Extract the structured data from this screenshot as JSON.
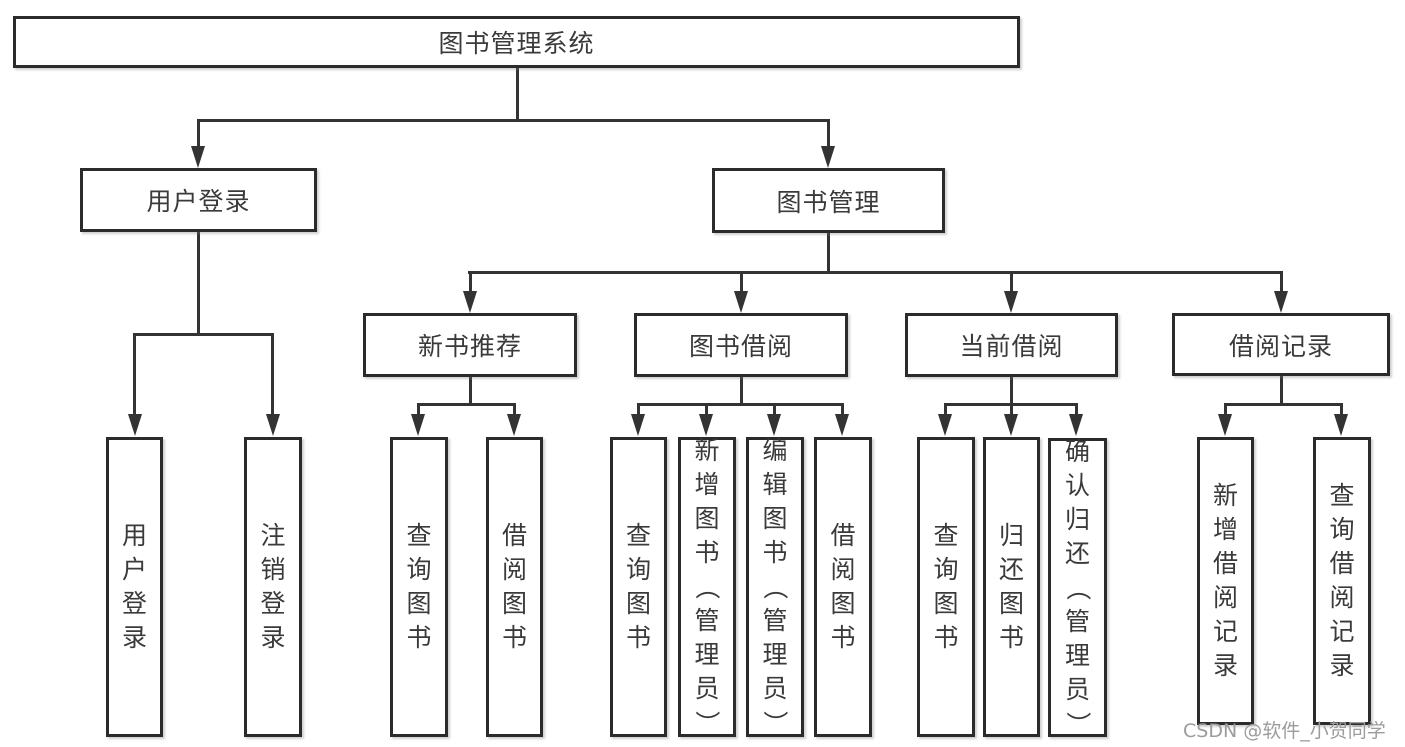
{
  "diagram": {
    "root": {
      "label": "图书管理系统"
    },
    "level2": [
      {
        "label": "用户登录"
      },
      {
        "label": "图书管理"
      }
    ],
    "level3": [
      {
        "label": "新书推荐"
      },
      {
        "label": "图书借阅"
      },
      {
        "label": "当前借阅"
      },
      {
        "label": "借阅记录"
      }
    ],
    "leaves": {
      "user": [
        "用户登录",
        "注销登录"
      ],
      "newbook": [
        "查询图书",
        "借阅图书"
      ],
      "borrow": [
        "查询图书",
        "新增图书（管理员）",
        "编辑图书（管理员）",
        "借阅图书"
      ],
      "current": [
        "查询图书",
        "归还图书",
        "确认归还（管理员）"
      ],
      "records": [
        "新增借阅记录",
        "查询借阅记录"
      ]
    }
  },
  "watermark": "CSDN @软件_小贺同学",
  "colors": {
    "line": "#333333",
    "box_border": "#2b2b2b",
    "text": "#3a3a3a",
    "watermark": "#9c9c9c",
    "background": "#ffffff"
  }
}
